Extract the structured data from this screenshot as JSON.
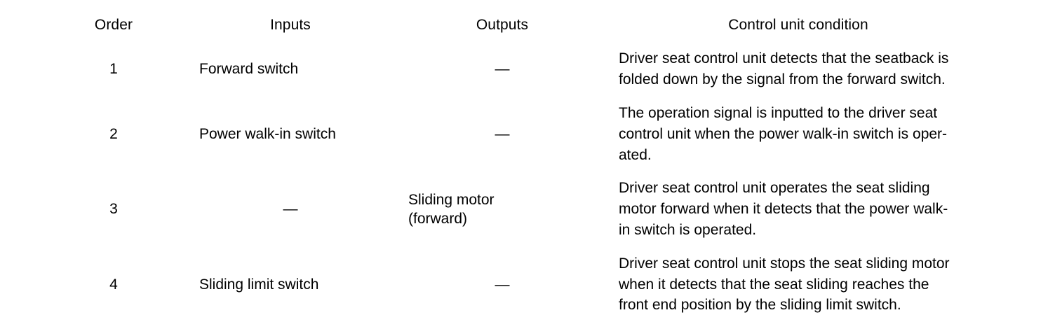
{
  "table": {
    "columns": [
      {
        "key": "order",
        "label": "Order"
      },
      {
        "key": "inputs",
        "label": "Inputs"
      },
      {
        "key": "outputs",
        "label": "Outputs"
      },
      {
        "key": "cond",
        "label": "Control unit condition"
      }
    ],
    "dash_symbol": "—",
    "rows": [
      {
        "order": "1",
        "inputs": "Forward switch",
        "outputs": "—",
        "condition": "Driver seat control unit detects that the seatback is folded down by the signal from the forward switch.",
        "condition_lines": [
          "Driver seat control unit detects that the seatback is",
          "folded down by the signal from the forward switch."
        ]
      },
      {
        "order": "2",
        "inputs": "Power walk-in switch",
        "outputs": "—",
        "condition": "The operation signal is inputted to the driver seat control unit when the power walk-in switch is operated.",
        "condition_lines": [
          "The operation signal is inputted to the driver seat",
          "control unit when the power walk-in switch is oper-",
          "ated."
        ]
      },
      {
        "order": "3",
        "inputs": "—",
        "outputs": "Sliding motor (forward)",
        "outputs_lines": [
          "Sliding motor",
          "(forward)"
        ],
        "condition": "Driver seat control unit operates the seat sliding motor forward when it detects that the power walk-in switch is operated.",
        "condition_lines": [
          "Driver seat control unit operates the seat sliding",
          "motor forward when it detects that the power walk-",
          "in switch is operated."
        ]
      },
      {
        "order": "4",
        "inputs": "Sliding limit switch",
        "outputs": "—",
        "condition": "Driver seat control unit stops the seat sliding motor when it detects that the seat sliding reaches the front end position by the sliding limit switch.",
        "condition_lines": [
          "Driver seat control unit stops the seat sliding motor",
          "when it detects that the seat sliding reaches the",
          "front end position by the sliding limit switch."
        ]
      }
    ]
  },
  "colors": {
    "background": "#ffffff",
    "text": "#000000",
    "rule": "#000000"
  }
}
